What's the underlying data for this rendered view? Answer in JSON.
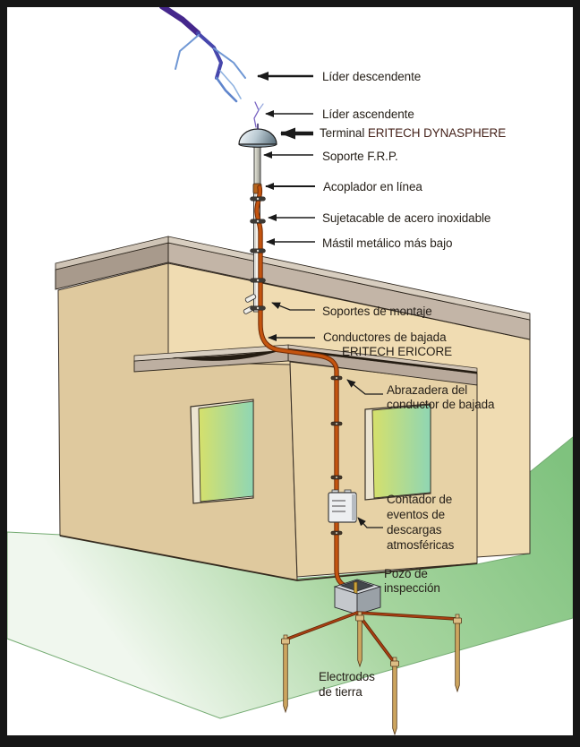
{
  "diagram": {
    "labels": {
      "lider_descendente": "Líder descendente",
      "lider_ascendente": "Líder ascendente",
      "terminal_prefix": "Terminal ",
      "terminal_brand": "ERITECH DYNASPHERE",
      "soporte_frp": "Soporte F.R.P.",
      "acoplador": "Acoplador en línea",
      "sujetacable": "Sujetacable de acero inoxidable",
      "mastil": "Mástil metálico más bajo",
      "soportes_montaje": "Soportes de montaje",
      "conductores_l1": "Conductores de bajada",
      "conductores_l2": "ERITECH ERICORE",
      "abrazadera_l1": "Abrazadera del",
      "abrazadera_l2": "conductor de bajada",
      "contador_l1": "Contador de",
      "contador_l2": "eventos de",
      "contador_l3": "descargas",
      "contador_l4": "atmosféricas",
      "pozo_l1": "Pozo de",
      "pozo_l2": "inspección",
      "electrodos_l1": "Electrodos",
      "electrodos_l2": "de tierra"
    },
    "colors": {
      "background": "#ffffff",
      "border": "#161616",
      "wall_sw": "#dfc99e",
      "wall_se_upper": "#f0dcb2",
      "wall_se_lower": "#e7d2a6",
      "parapet_light": "#d8cec0",
      "parapet_dark": "#a89a8c",
      "ground_green": "#7fc27e",
      "conductor_orange": "#c4540f",
      "lightning_purple": "#45278c",
      "lightning_blue": "#6f97d4",
      "window_yellow_green": "#d6e06b",
      "window_teal": "#8fd6b4",
      "electrode_copper": "#cda55f",
      "label_text": "#27211a",
      "brand_text": "#45221a"
    }
  }
}
